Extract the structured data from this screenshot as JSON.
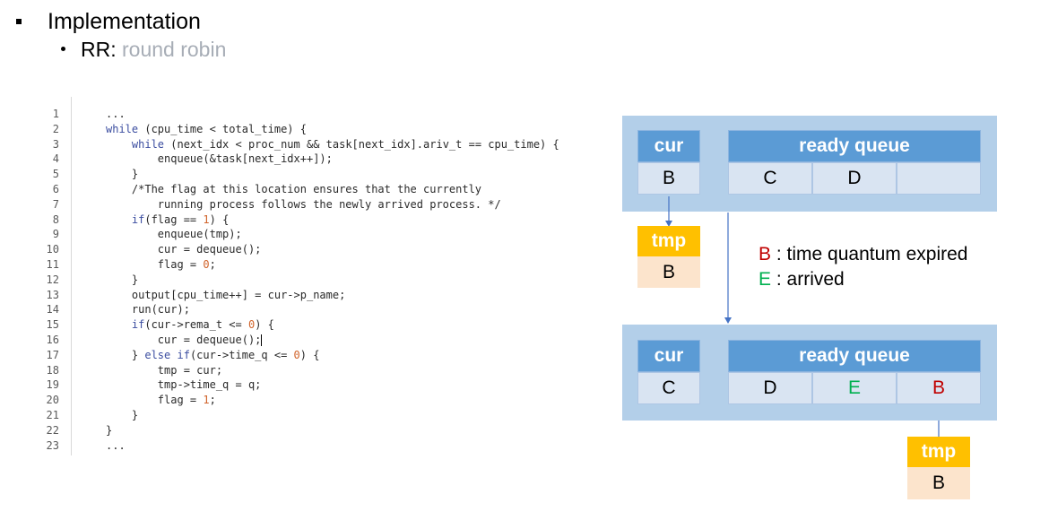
{
  "heading": {
    "bullet1": "Implementation",
    "bullet2_label": "RR:",
    "bullet2_desc": "round robin"
  },
  "code": {
    "line_numbers": [
      "1",
      "2",
      "3",
      "4",
      "5",
      "6",
      "7",
      "8",
      "9",
      "10",
      "11",
      "12",
      "13",
      "14",
      "15",
      "16",
      "17",
      "18",
      "19",
      "20",
      "21",
      "22",
      "23"
    ]
  },
  "diagram": {
    "top": {
      "cur_header": "cur",
      "cur_value": "B",
      "queue_header": "ready queue",
      "queue": [
        "C",
        "D",
        ""
      ]
    },
    "tmp_top": {
      "header": "tmp",
      "value": "B"
    },
    "legend": [
      {
        "letter": "B",
        "text": ": time quantum expired",
        "color": "#c00000"
      },
      {
        "letter": "E",
        "text": ": arrived",
        "color": "#00b050"
      }
    ],
    "bottom": {
      "cur_header": "cur",
      "cur_value": "C",
      "queue_header": "ready queue",
      "queue": [
        "D",
        "E",
        "B"
      ]
    },
    "tmp_bottom": {
      "header": "tmp",
      "value": "B"
    },
    "colors": {
      "panel": "#b3cfe9",
      "header": "#5b9bd5",
      "cell": "#d9e4f2",
      "tmp_header": "#ffc000",
      "tmp_cell": "#fce4cc",
      "expired": "#c00000",
      "arrived": "#00b050"
    }
  }
}
